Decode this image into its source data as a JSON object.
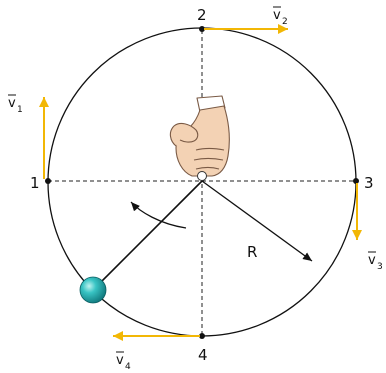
{
  "points": [
    {
      "id": "p1",
      "label": "1"
    },
    {
      "id": "p2",
      "label": "2"
    },
    {
      "id": "p3",
      "label": "3"
    },
    {
      "id": "p4",
      "label": "4"
    }
  ],
  "velocities": [
    {
      "id": "v1",
      "letter": "v",
      "sub": "1"
    },
    {
      "id": "v2",
      "letter": "v",
      "sub": "2"
    },
    {
      "id": "v3",
      "letter": "v",
      "sub": "3"
    },
    {
      "id": "v4",
      "letter": "v",
      "sub": "4"
    }
  ],
  "radius_label": "R",
  "colors": {
    "circle": "#111111",
    "velocity_arrow": "#f2b705",
    "ball": "#1a9fa3",
    "hand_fill": "#f3d2b4",
    "hand_stroke": "#7a5a45"
  },
  "icons": [
    "hand-icon",
    "ball-icon"
  ]
}
